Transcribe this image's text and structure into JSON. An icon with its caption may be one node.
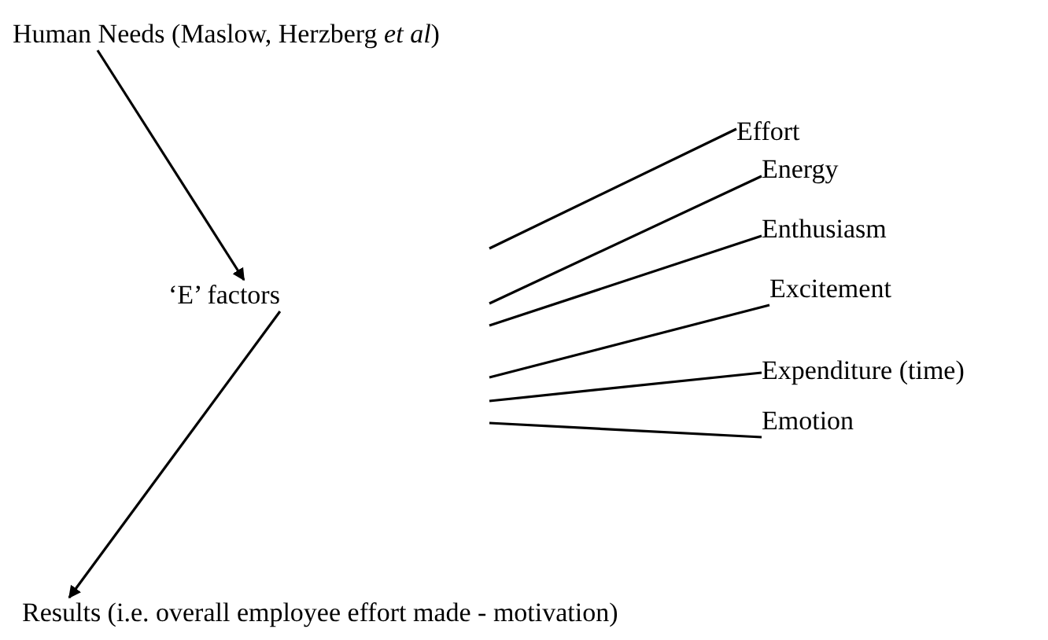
{
  "diagram": {
    "nodes": [
      {
        "text": [
          "Human Needs (Maslow, Herzberg *et al*)"
        ]
      },
      {
        "text": [
          "‘E’ factors"
        ]
      },
      {
        "text": [
          "Results (i.e. overall employee effort made - motivation)"
        ]
      },
      {
        "text": [
          "Effort"
        ]
      },
      {
        "text": [
          "Energy"
        ]
      },
      {
        "text": [
          "Enthusiasm"
        ]
      },
      {
        "text": [
          "Excitement"
        ]
      },
      {
        "text": [
          "Expenditure (time)"
        ]
      },
      {
        "text": [
          "Emotion"
        ]
      }
    ],
    "edges": [
      {
        "from": 0,
        "to": 1,
        "arrow": "to"
      },
      {
        "from": 1,
        "to": 2,
        "arrow": "to"
      },
      {
        "from": null,
        "to": 3,
        "arrow": "none"
      },
      {
        "from": null,
        "to": 4,
        "arrow": "none"
      },
      {
        "from": null,
        "to": 5,
        "arrow": "none"
      },
      {
        "from": null,
        "to": 6,
        "arrow": "none"
      },
      {
        "from": null,
        "to": 7,
        "arrow": "none"
      },
      {
        "from": null,
        "to": 8,
        "arrow": "none"
      }
    ]
  }
}
